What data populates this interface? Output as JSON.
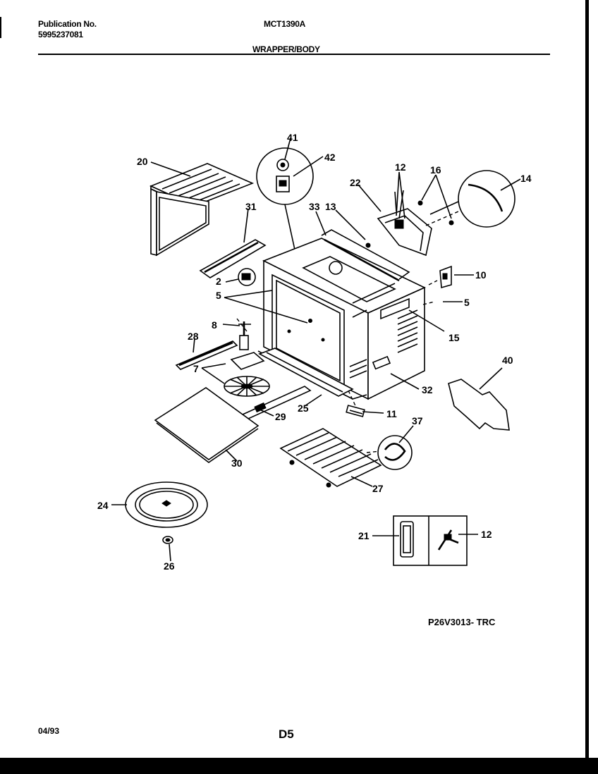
{
  "header": {
    "publication_label": "Publication No.",
    "publication_number": "5995237081",
    "model": "MCT1390A",
    "section": "WRAPPER/BODY"
  },
  "footer": {
    "figure_code": "P26V3013- TRC",
    "date": "04/93",
    "page_code": "D5"
  },
  "callouts": [
    "41",
    "42",
    "20",
    "31",
    "33",
    "13",
    "22",
    "12",
    "16",
    "14",
    "2",
    "5",
    "10",
    "5",
    "15",
    "8",
    "28",
    "7",
    "40",
    "32",
    "29",
    "25",
    "11",
    "37",
    "30",
    "27",
    "24",
    "21",
    "12",
    "26"
  ]
}
